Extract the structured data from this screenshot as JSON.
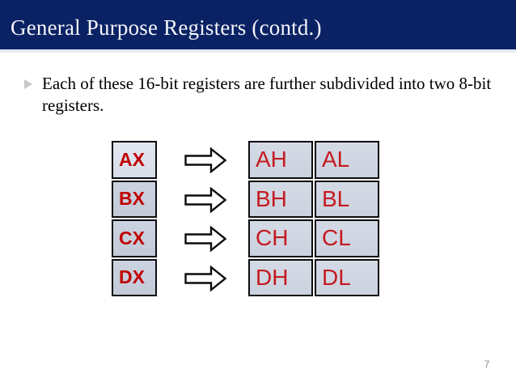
{
  "slide": {
    "title": "General Purpose Registers (contd.)",
    "bullet_text": "Each of these 16-bit registers are further subdivided into two 8-bit registers.",
    "page_number": "7"
  },
  "colors": {
    "header_bg": "#0a2264",
    "title_text": "#f5f6fa",
    "register_text": "#c00000",
    "register8_text": "#c41a20",
    "bullet_marker": "#c9c9c9",
    "page_number": "#8a8a8a"
  },
  "diagram": {
    "arrow_icon": "block-arrow-right",
    "registers_16bit": [
      "AX",
      "BX",
      "CX",
      "DX"
    ],
    "registers_8bit": [
      [
        "AH",
        "AL"
      ],
      [
        "BH",
        "BL"
      ],
      [
        "CH",
        "CL"
      ],
      [
        "DH",
        "DL"
      ]
    ]
  }
}
